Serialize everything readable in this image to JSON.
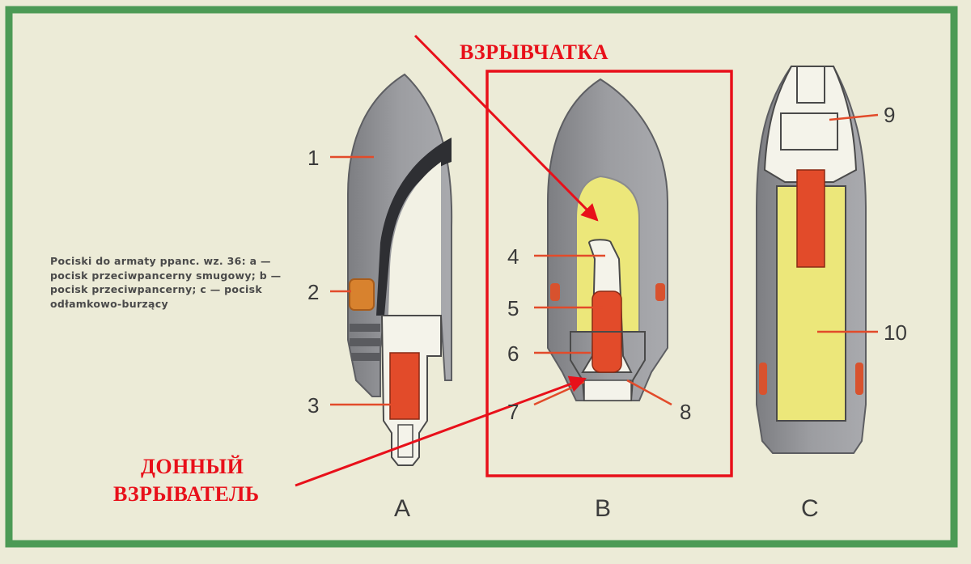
{
  "caption": "Pociski do armaty ppanc. wz. 36: a — pocisk przeciwpancerny smugowy; b — pocisk przeciwpancerny; c — pocisk odłamkowo-burzący",
  "callouts": [
    "1",
    "2",
    "3",
    "4",
    "5",
    "6",
    "7",
    "8",
    "9",
    "10"
  ],
  "shell_letters": [
    "A",
    "B",
    "C"
  ],
  "annotations": {
    "explosive": "ВЗРЫВЧАТКА",
    "fuze_line1": "ДОННЫЙ",
    "fuze_line2": "ВЗРЫВАТЕЛЬ"
  },
  "colors": {
    "frame_green": "#4c9a55",
    "highlight_red": "#e8101a",
    "steel_grey": "#8f9094",
    "explosive_yellow": "#ece77a",
    "tracer_red": "#e24b2a",
    "band_orange": "#d8822e"
  }
}
